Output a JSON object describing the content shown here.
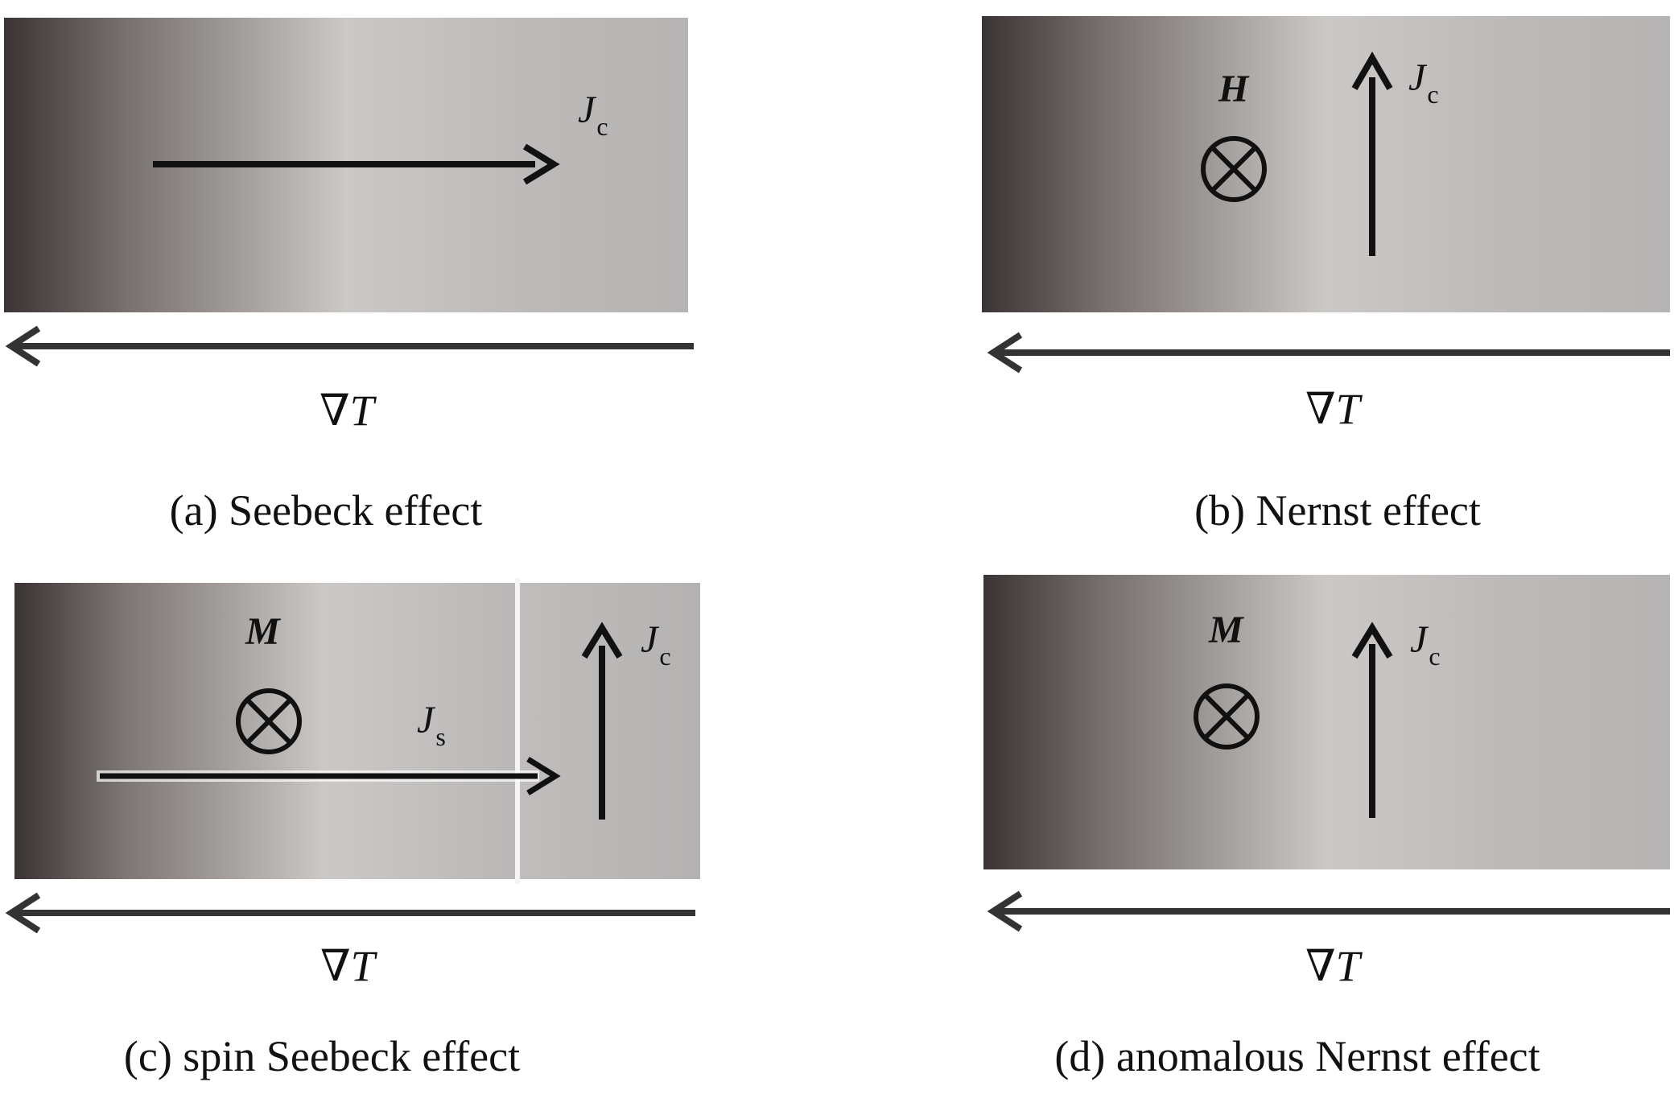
{
  "panels": {
    "a": {
      "caption": "(a) Seebeck effect",
      "gradient_label_symbol": "∇",
      "gradient_label_var": "T",
      "current_symbol": "J",
      "current_sub": "c"
    },
    "b": {
      "caption": "(b) Nernst effect",
      "gradient_label_symbol": "∇",
      "gradient_label_var": "T",
      "field_symbol": "H",
      "current_symbol": "J",
      "current_sub": "c"
    },
    "c": {
      "caption": "(c) spin Seebeck effect",
      "gradient_label_symbol": "∇",
      "gradient_label_var": "T",
      "field_symbol": "M",
      "spin_current_symbol": "J",
      "spin_current_sub": "s",
      "current_symbol": "J",
      "current_sub": "c"
    },
    "d": {
      "caption": "(d) anomalous Nernst effect",
      "gradient_label_symbol": "∇",
      "gradient_label_var": "T",
      "field_symbol": "M",
      "current_symbol": "J",
      "current_sub": "c"
    }
  },
  "colors": {
    "gradient_dark": "#3a3434",
    "gradient_mid": "#c9c6c4",
    "gradient_light": "#b9b7b6",
    "arrow": "#111111",
    "gradient_arrow": "#333333",
    "background": "#ffffff"
  },
  "icons": {
    "field_into_page": "circle-cross-icon"
  }
}
